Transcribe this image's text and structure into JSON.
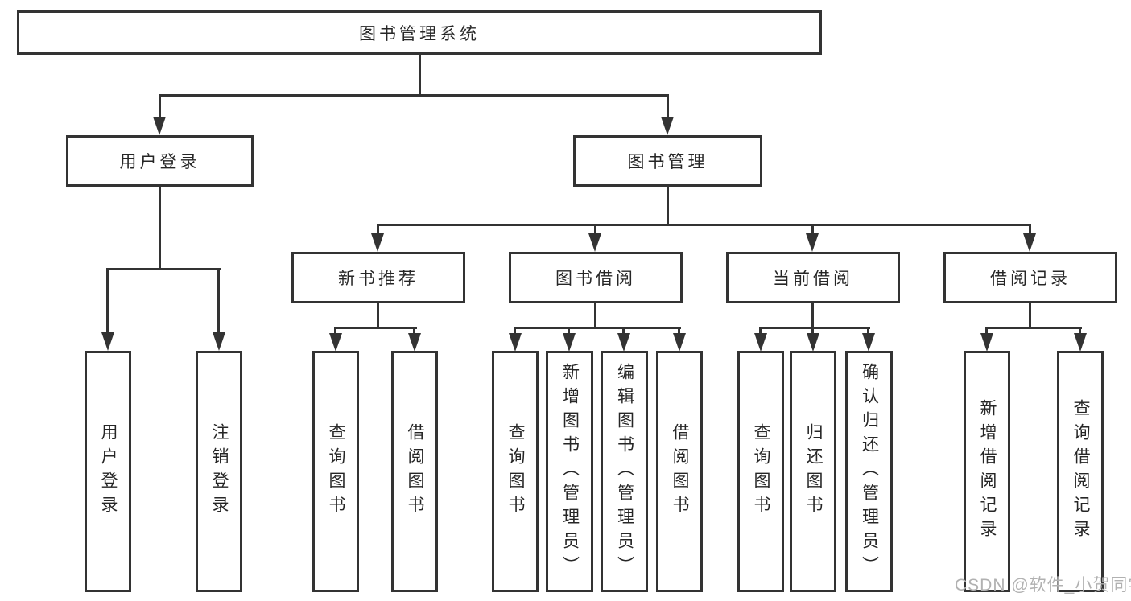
{
  "tree": {
    "root": {
      "label": "图书管理系统",
      "children": [
        {
          "label": "用户登录",
          "children": [
            {
              "label": "用户登录"
            },
            {
              "label": "注销登录"
            }
          ]
        },
        {
          "label": "图书管理",
          "children": [
            {
              "label": "新书推荐",
              "children": [
                {
                  "label": "查询图书"
                },
                {
                  "label": "借阅图书"
                }
              ]
            },
            {
              "label": "图书借阅",
              "children": [
                {
                  "label": "查询图书"
                },
                {
                  "label": "新增图书（管理员）"
                },
                {
                  "label": "编辑图书（管理员）"
                },
                {
                  "label": "借阅图书"
                }
              ]
            },
            {
              "label": "当前借阅",
              "children": [
                {
                  "label": "查询图书"
                },
                {
                  "label": "归还图书"
                },
                {
                  "label": "确认归还（管理员）"
                }
              ]
            },
            {
              "label": "借阅记录",
              "children": [
                {
                  "label": "新增借阅记录"
                },
                {
                  "label": "查询借阅记录"
                }
              ]
            }
          ]
        }
      ]
    }
  },
  "watermark": {
    "text": "CSDN @软件_小贺同学"
  },
  "colors": {
    "line": "#333333",
    "text": "#262626",
    "background": "#ffffff",
    "watermark": "#b1b1b1"
  }
}
